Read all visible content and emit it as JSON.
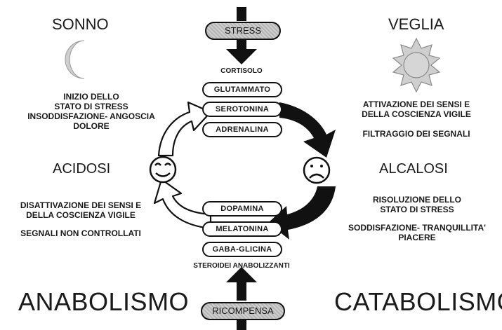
{
  "left": {
    "title": "SONNO",
    "lines": [
      "INIZIO DELLO",
      "STATO DI STRESS",
      "INSODDISFAZIONE- ANGOSCIA",
      "DOLORE"
    ],
    "state": "ACIDOSI",
    "lines2": [
      "DISATTIVAZIONE DEI SENSI E",
      "DELLA COSCIENZA VIGILE"
    ],
    "line3": "SEGNALI NON CONTROLLATI",
    "footer": "ANABOLISMO"
  },
  "right": {
    "title": "VEGLIA",
    "lines": [
      "ATTIVAZIONE DEI SENSI E",
      "DELLA COSCIENZA VIGILE"
    ],
    "line2": "FILTRAGGIO DEI SEGNALI",
    "state": "ALCALOSI",
    "lines3": [
      "RISOLUZIONE DELLO",
      "STATO DI STRESS"
    ],
    "lines4": [
      "SODDISFAZIONE- TRANQUILLITA'",
      "PIACERE"
    ],
    "footer": "CATABOLISMO"
  },
  "center": {
    "top_label": "STRESS",
    "top_sub": "CORTISOLO",
    "top_pills": [
      "GLUTAMMATO",
      "SEROTONINA",
      "ADRENALINA"
    ],
    "bottom_pills": [
      "DOPAMINA",
      "MELATONINA",
      "GABA-GLICINA"
    ],
    "bottom_sub": "STEROIDEI ANABOLIZZANTI",
    "bottom_label": "RICOMPENSA"
  },
  "icons": {
    "moon": "crescent-moon-icon",
    "sun": "sun-icon",
    "happy": "smiling-face-icon",
    "sad": "frowning-face-icon"
  }
}
